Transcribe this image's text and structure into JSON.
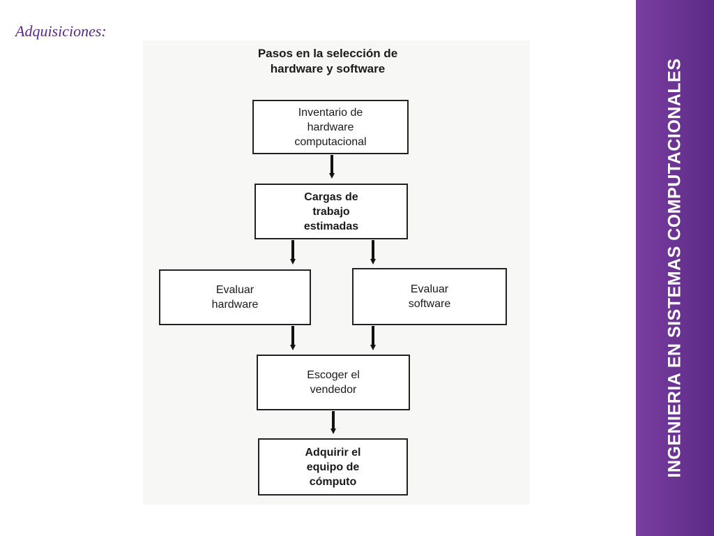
{
  "slide": {
    "heading": "Adquisiciones:",
    "side_title": "INGENIERIA EN SISTEMAS COMPUTACIONALES"
  },
  "diagram": {
    "title": "Pasos en la selección de\nhardware y software",
    "steps": {
      "inventario": "Inventario de\nhardware\ncomputacional",
      "cargas": "Cargas de\ntrabajo\nestimadas",
      "evaluar_hardware": "Evaluar\nhardware",
      "evaluar_software": "Evaluar\nsoftware",
      "escoger": "Escoger el\nvendedor",
      "adquirir": "Adquirir el\nequipo de\ncómputo"
    }
  },
  "colors": {
    "band": "#5b2a86",
    "heading": "#5b2a86",
    "box_border": "#222222"
  }
}
